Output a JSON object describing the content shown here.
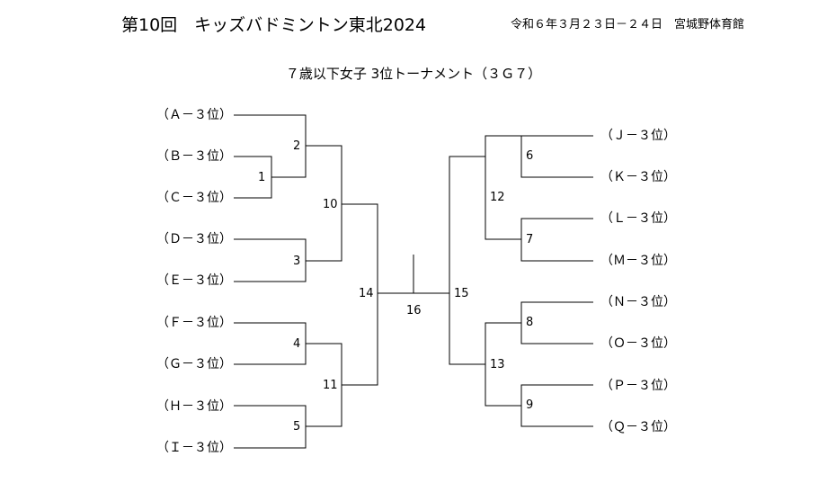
{
  "header": {
    "title": "第10回　キッズバドミントン東北2024",
    "date_venue": "令和６年３月２３日－２４日　宮城野体育館"
  },
  "subtitle": "７歳以下女子 3位トーナメント（３Ｇ７）",
  "teams_left": [
    "（Ａ－３位）",
    "（Ｂ－３位）",
    "（Ｃ－３位）",
    "（Ｄ－３位）",
    "（Ｅ－３位）",
    "（Ｆ－３位）",
    "（Ｇ－３位）",
    "（Ｈ－３位）",
    "（Ｉ－３位）"
  ],
  "teams_right": [
    "（Ｊ－３位）",
    "（Ｋ－３位）",
    "（Ｌ－３位）",
    "（Ｍ－３位）",
    "（Ｎ－３位）",
    "（Ｏ－３位）",
    "（Ｐ－３位）",
    "（Ｑ－３位）"
  ],
  "matches": {
    "m1": "1",
    "m2": "2",
    "m3": "3",
    "m4": "4",
    "m5": "5",
    "m6": "6",
    "m7": "7",
    "m8": "8",
    "m9": "9",
    "m10": "10",
    "m11": "11",
    "m12": "12",
    "m13": "13",
    "m14": "14",
    "m15": "15",
    "m16": "16"
  }
}
